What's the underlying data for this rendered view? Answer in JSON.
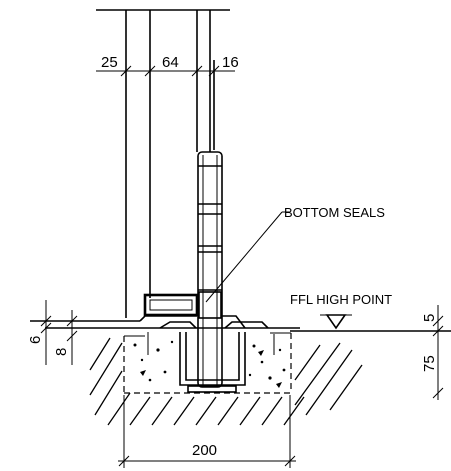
{
  "dimensions": {
    "top_left": "25",
    "top_middle": "64",
    "top_right": "16",
    "left_upper": "6",
    "left_lower": "8",
    "right_upper": "5",
    "right_lower": "75",
    "bottom_width": "200"
  },
  "labels": {
    "bottom_seals": "BOTTOM SEALS",
    "ffl": "FFL HIGH POINT"
  }
}
